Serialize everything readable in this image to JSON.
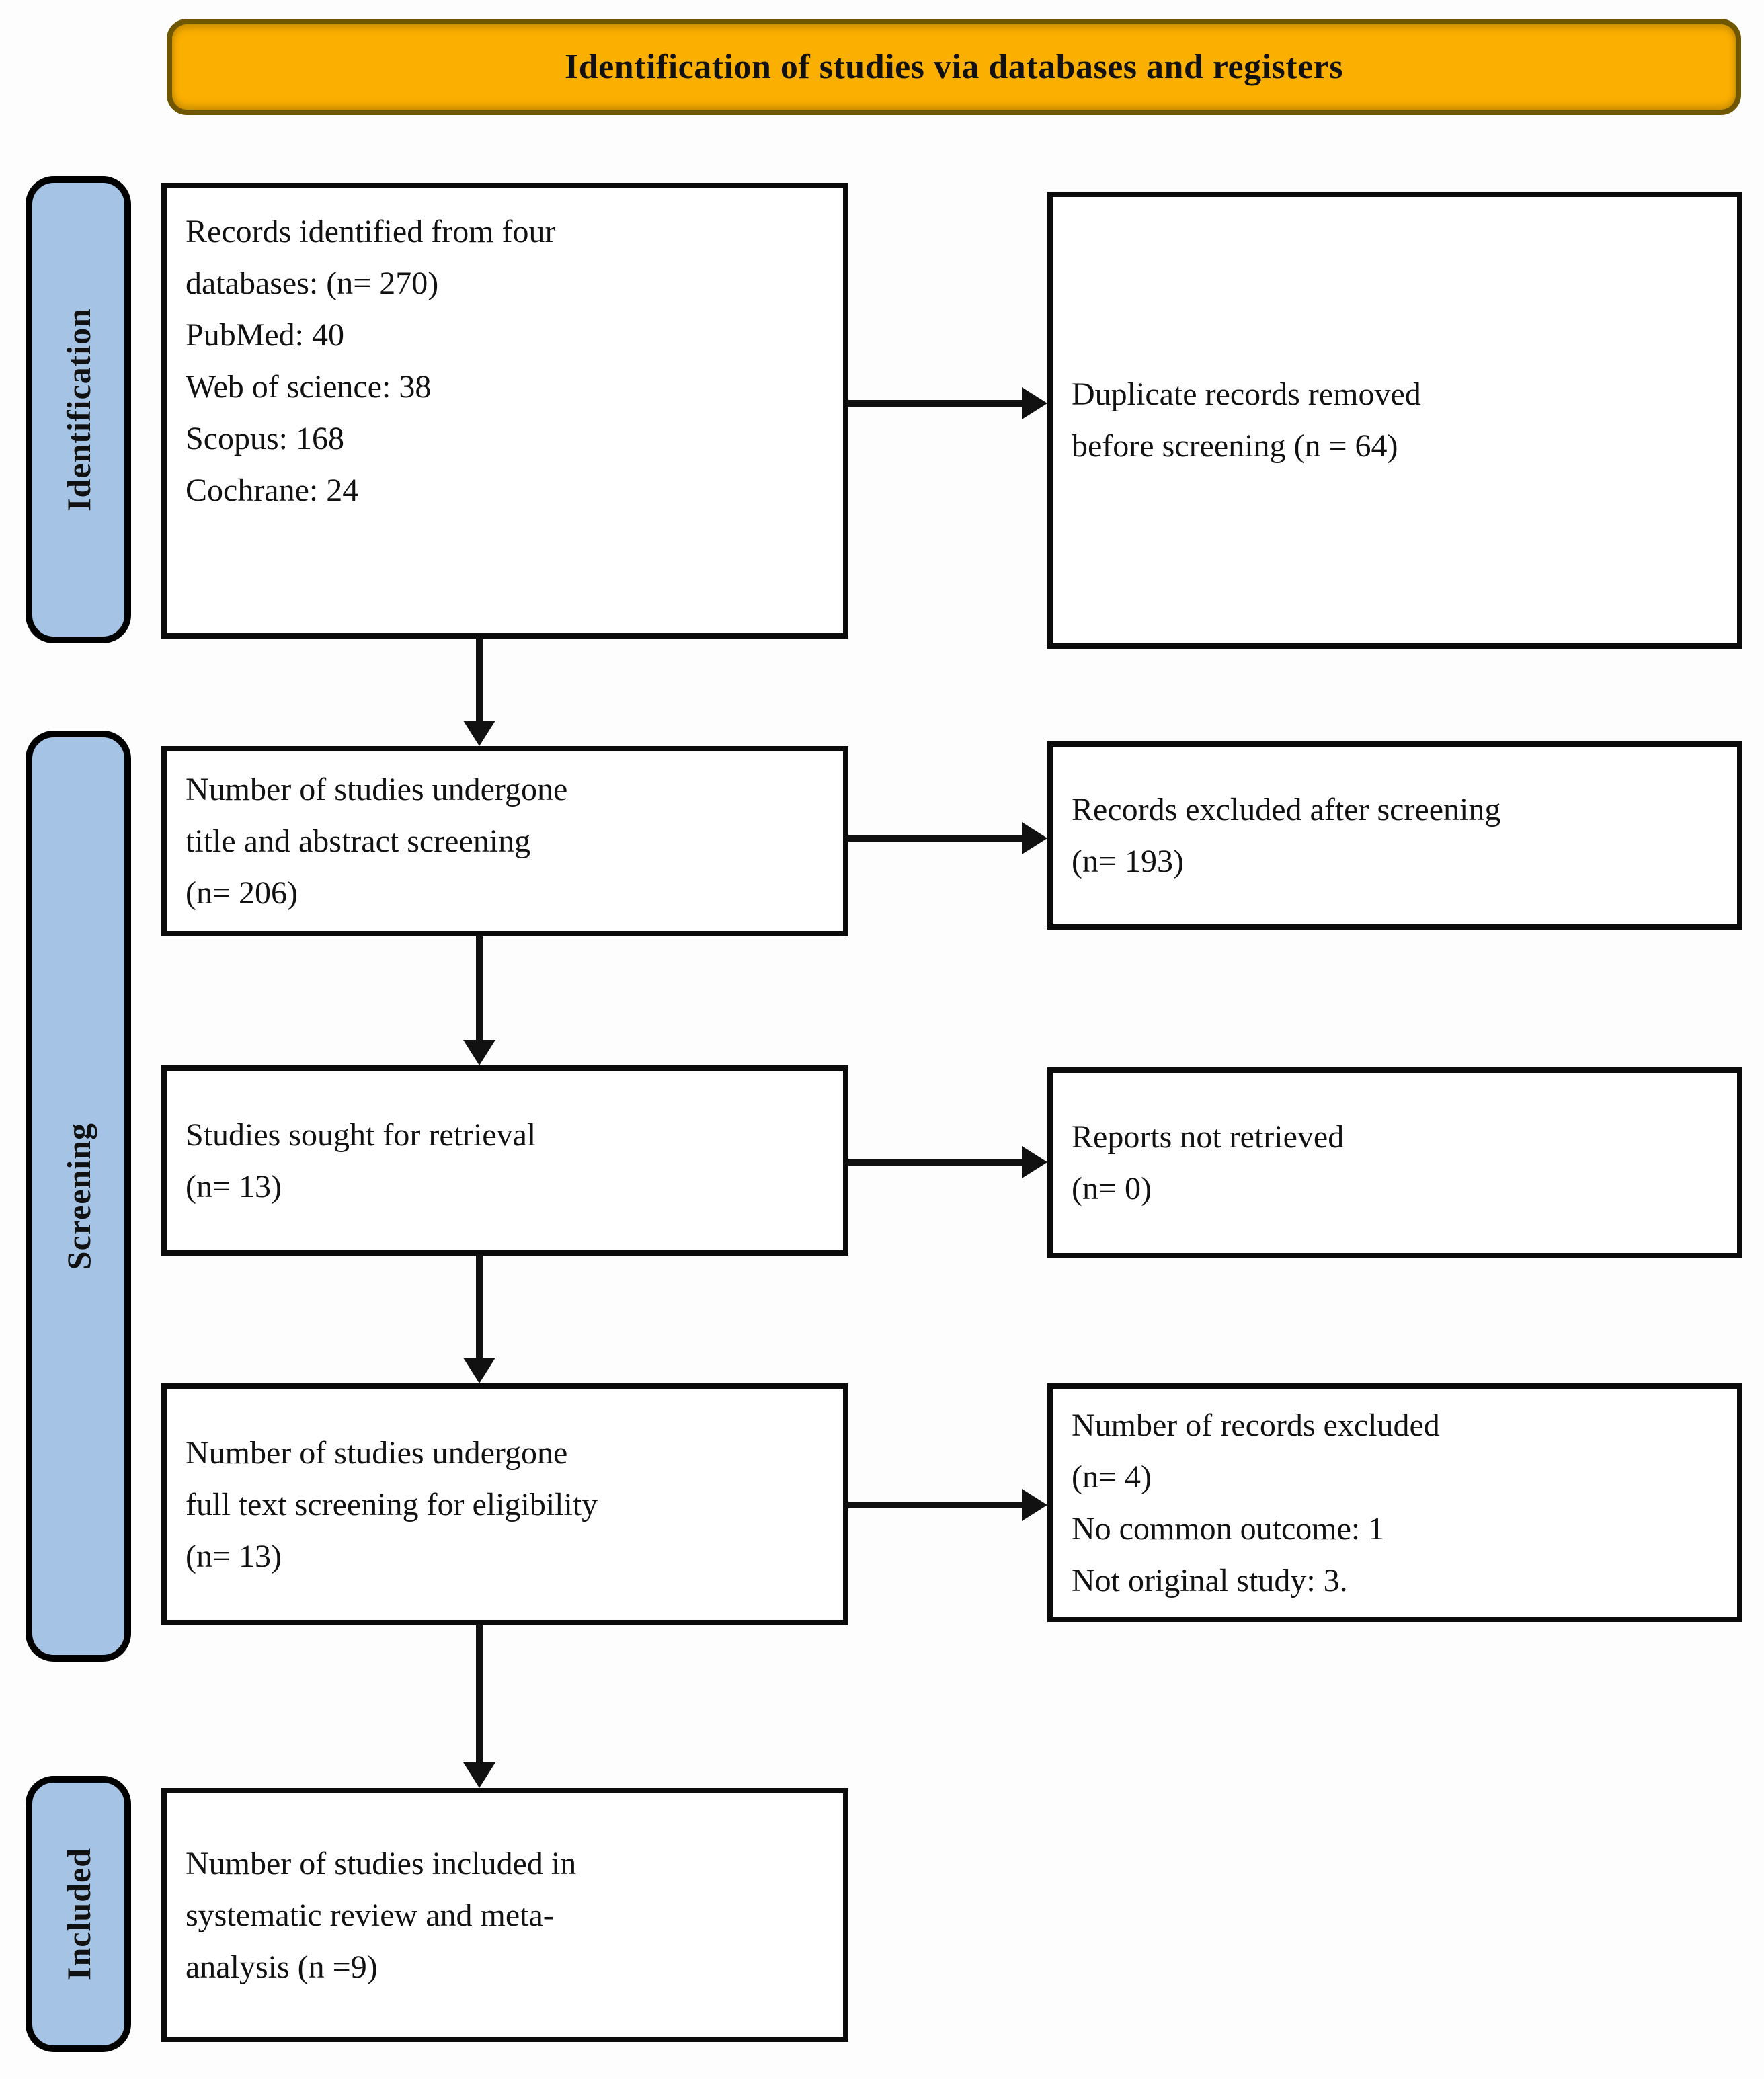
{
  "header": {
    "title": "Identification of studies via databases and registers"
  },
  "stages": [
    {
      "label": "Identification"
    },
    {
      "label": "Screening"
    },
    {
      "label": "Included"
    }
  ],
  "flow": {
    "records_identified": {
      "lines": [
        "Records identified from four",
        "databases: (n= 270)",
        "PubMed: 40",
        "Web of science: 38",
        "Scopus: 168",
        "Cochrane: 24"
      ]
    },
    "duplicates_removed": {
      "lines": [
        "Duplicate records removed",
        "before screening (n = 64)"
      ]
    },
    "title_abstract_screening": {
      "lines": [
        "Number of studies undergone",
        "title and abstract screening",
        "(n= 206)"
      ]
    },
    "records_excluded_screening": {
      "lines": [
        "Records excluded after screening",
        "(n= 193)"
      ]
    },
    "sought_retrieval": {
      "lines": [
        "Studies sought for retrieval",
        "(n= 13)"
      ]
    },
    "reports_not_retrieved": {
      "lines": [
        "Reports not retrieved",
        "(n= 0)"
      ]
    },
    "full_text_screening": {
      "lines": [
        "Number of studies undergone",
        "full text screening for eligibility",
        "(n= 13)"
      ]
    },
    "full_text_excluded": {
      "lines": [
        "Number of records excluded",
        "(n= 4)",
        "No common outcome: 1",
        "Not original study: 3."
      ]
    },
    "included_final": {
      "lines": [
        "Number of studies included in",
        "systematic review and meta-",
        "analysis (n =9)"
      ]
    }
  },
  "colors": {
    "banner_fill": "#FBAF00",
    "banner_border": "#6F5600",
    "stage_fill": "#A5C3E5",
    "box_border": "#0B0B0B"
  }
}
